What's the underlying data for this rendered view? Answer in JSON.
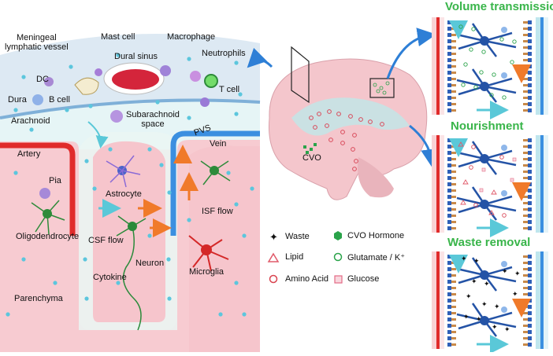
{
  "left_panel": {
    "labels": {
      "meningeal_lymphatic_vessel": "Meningeal\nlymphatic vessel",
      "mast_cell": "Mast cell",
      "macrophage": "Macrophage",
      "dural_sinus": "Dural sinus",
      "neutrophils": "Neutrophils",
      "dc": "DC",
      "dura": "Dura",
      "b_cell": "B cell",
      "t_cell": "T cell",
      "subarachnoid_space": "Subarachnoid\nspace",
      "arachnoid": "Arachnoid",
      "pvs": "PVS",
      "vein": "Vein",
      "artery": "Artery",
      "pia": "Pia",
      "astrocyte": "Astrocyte",
      "isf_flow": "ISF flow",
      "oligodendrocyte": "Oligodendrocyte",
      "csf_flow": "CSF flow",
      "neuron": "Neuron",
      "cytokine": "Cytokine",
      "microglia": "Microglia",
      "parenchyma": "Parenchyma"
    }
  },
  "brain": {
    "cvo_label": "CVO"
  },
  "legend": {
    "waste": "Waste",
    "cvo_hormone": "CVO Hormone",
    "lipid": "Lipid",
    "glutamate": "Glutamate / K⁺",
    "amino_acid": "Amino Acid",
    "glucose": "Glucose"
  },
  "panels": {
    "volume_transmission": "Volume transmission",
    "nourishment": "Nourishment",
    "waste_removal": "Waste removal"
  },
  "colors": {
    "dura": "#dce8f2",
    "csf": "#e8f6f7",
    "parenchyma": "#f7cdd2",
    "artery": "#e02b2b",
    "vein": "#3b8fe0",
    "title_green": "#39b54a",
    "neuron_blue": "#2453a6",
    "flow_orange": "#f07a2a",
    "flow_cyan": "#6fd3e0"
  }
}
